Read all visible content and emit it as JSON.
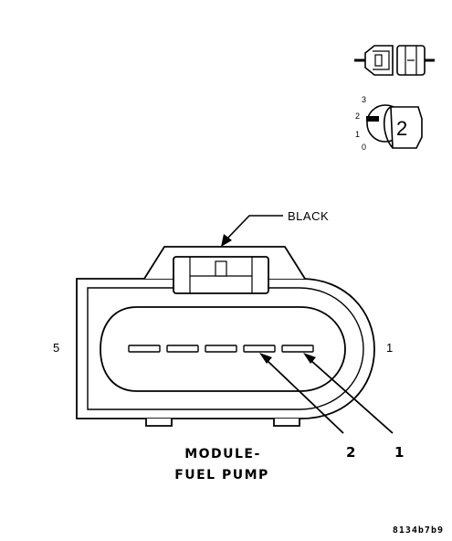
{
  "diagram": {
    "connector_color": "BLACK",
    "title_line1": "MODULE-",
    "title_line2": "FUEL PUMP",
    "pin_left_label": "5",
    "pin_right_label": "1",
    "callout_2": "2",
    "callout_1": "1",
    "figure_id": "8134b7b9"
  },
  "icons": {
    "position_marks": [
      "3",
      "2",
      "1",
      "0"
    ],
    "position_badge": "2"
  }
}
